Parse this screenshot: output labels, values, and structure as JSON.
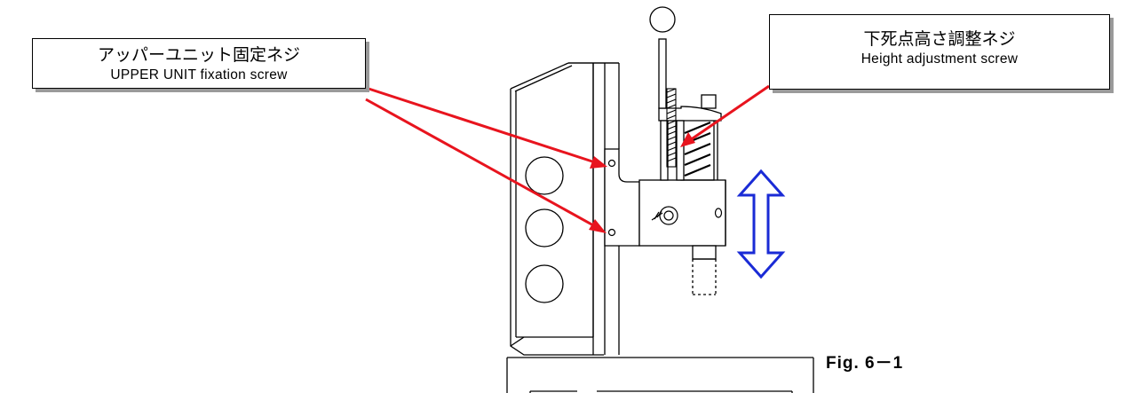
{
  "labels": {
    "upper_unit": {
      "jp": "アッパーユニット固定ネジ",
      "en": "UPPER UNIT fixation screw"
    },
    "height_adjust": {
      "jp": "下死点高さ調整ネジ",
      "en": "Height adjustment screw"
    }
  },
  "figure_caption": "Fig. 6－1",
  "colors": {
    "callout_arrow": "#e8141e",
    "motion_arrow": "#1a2bd6",
    "line": "#000000",
    "box_shadow": "#9a9a9a"
  }
}
